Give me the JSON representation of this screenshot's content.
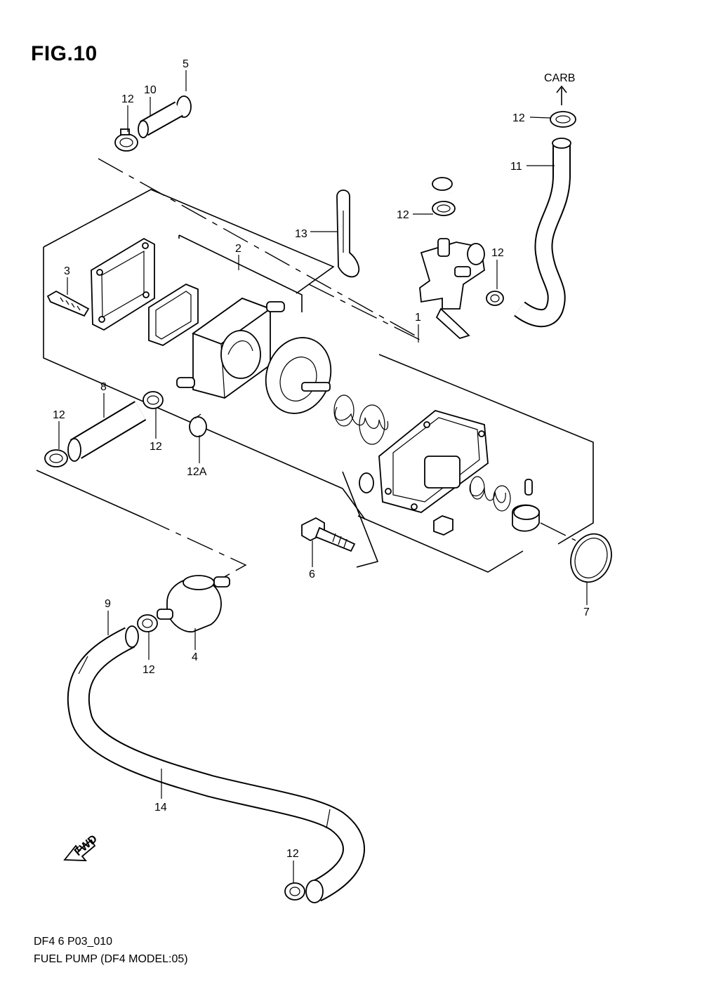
{
  "figure": {
    "title": "FIG.10",
    "code": "DF4 6 P03_010",
    "caption": "FUEL PUMP (DF4 MODEL:05)",
    "direction_label": "CARB",
    "fwd_label": "FWD"
  },
  "callouts": [
    {
      "id": "c-5",
      "label": "5"
    },
    {
      "id": "c-10",
      "label": "10"
    },
    {
      "id": "c-12-a",
      "label": "12"
    },
    {
      "id": "c-12-b",
      "label": "12"
    },
    {
      "id": "c-11",
      "label": "11"
    },
    {
      "id": "c-13",
      "label": "13"
    },
    {
      "id": "c-12-c",
      "label": "12"
    },
    {
      "id": "c-2",
      "label": "2"
    },
    {
      "id": "c-3",
      "label": "3"
    },
    {
      "id": "c-12-d",
      "label": "12"
    },
    {
      "id": "c-1",
      "label": "1"
    },
    {
      "id": "c-8",
      "label": "8"
    },
    {
      "id": "c-12-e",
      "label": "12"
    },
    {
      "id": "c-12-f",
      "label": "12"
    },
    {
      "id": "c-12a",
      "label": "12A"
    },
    {
      "id": "c-6",
      "label": "6"
    },
    {
      "id": "c-7",
      "label": "7"
    },
    {
      "id": "c-9",
      "label": "9"
    },
    {
      "id": "c-4",
      "label": "4"
    },
    {
      "id": "c-12-g",
      "label": "12"
    },
    {
      "id": "c-14",
      "label": "14"
    },
    {
      "id": "c-12-h",
      "label": "12"
    }
  ]
}
